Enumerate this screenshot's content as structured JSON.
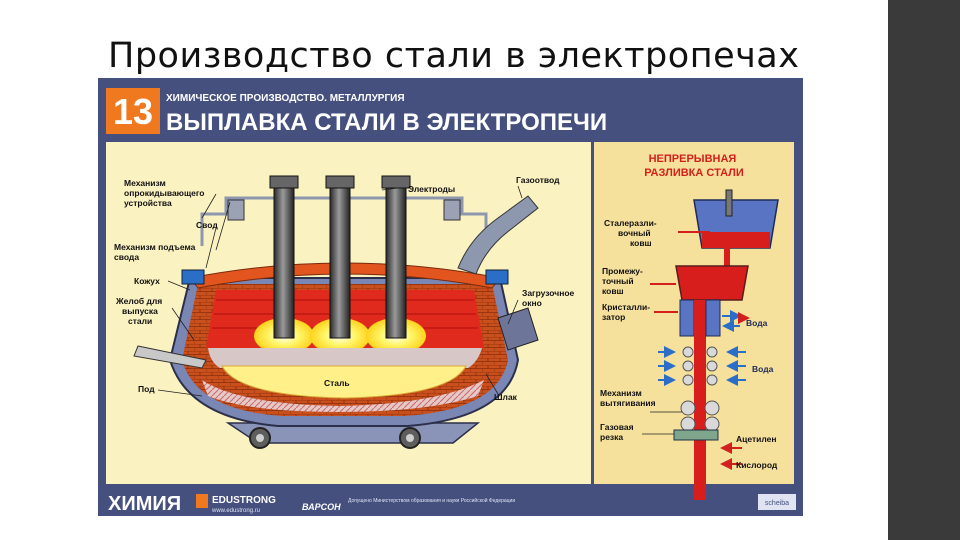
{
  "slide": {
    "title": "Производство стали в электропечах"
  },
  "poster": {
    "number": "13",
    "series_title": "ХИМИЧЕСКОЕ ПРОИЗВОДСТВО. МЕТАЛЛУРГИЯ",
    "main_title": "ВЫПЛАВКА СТАЛИ В ЭЛЕКТРОПЕЧИ",
    "furnace_labels": {
      "tilt_mechanism": [
        "Механизм",
        "опрокидывающего",
        "устройства"
      ],
      "roof": "Свод",
      "roof_lift": [
        "Механизм подъема",
        "свода"
      ],
      "casing": "Кожух",
      "tap_spout": [
        "Желоб для",
        "выпуска",
        "стали"
      ],
      "hearth": "Под",
      "electrodes": "Электроды",
      "gas_outlet": "Газоотвод",
      "charging_door": [
        "Загрузочное",
        "окно"
      ],
      "steel": "Сталь",
      "slag": "Шлак"
    },
    "casting": {
      "title": [
        "НЕПРЕРЫВНАЯ",
        "РАЗЛИВКА СТАЛИ"
      ],
      "ladle": [
        "Сталеразли-",
        "вочный",
        "ковш"
      ],
      "tundish": [
        "Промежу-",
        "точный",
        "ковш"
      ],
      "crystallizer": [
        "Кристалли-",
        "затор"
      ],
      "water_1": "Вода",
      "water_2": "Вода",
      "withdrawal": [
        "Механизм",
        "вытягивания"
      ],
      "gas_cutting": [
        "Газовая",
        "резка"
      ],
      "acetylene": "Ацетилен",
      "oxygen": "Кислород"
    },
    "footer": {
      "brand": "ХИМИЯ",
      "publisher": "EDUSTRONG",
      "website": "www.edustrong.ru",
      "varson": "ВАРСОН",
      "approval": "Допущено Министерством образования и науки Российской Федерации",
      "right_logo": "scheiba"
    }
  },
  "colors": {
    "poster_frame": "#45507e",
    "poster_bg": "#fbf2c2",
    "casting_bg": "#f6e19c",
    "number_bg": "#f0781e",
    "brick": "#c94f1c",
    "molten_steel": "#d81d1d",
    "title_red": "#d2211c",
    "arc_yellow": "#fff23c",
    "water_blue": "#2a6ec8"
  }
}
